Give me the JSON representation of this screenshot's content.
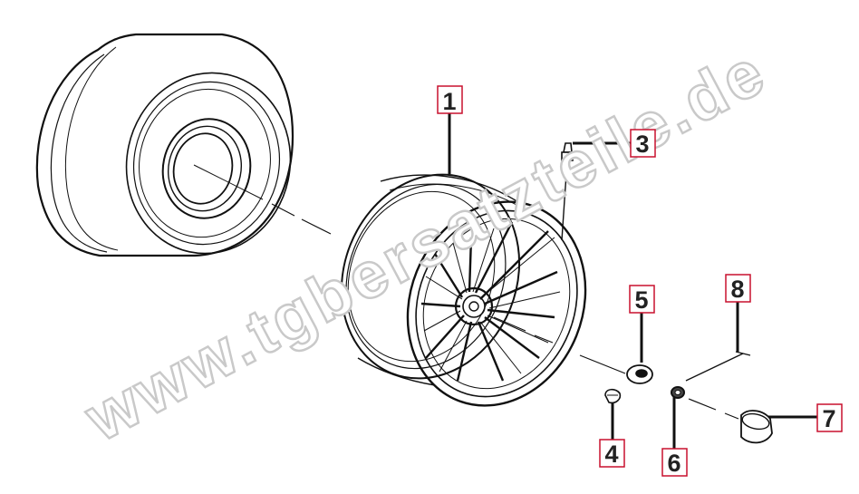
{
  "watermark": "www.tgbersatzteile.de",
  "callouts": [
    {
      "label": "1"
    },
    {
      "label": "3"
    },
    {
      "label": "5"
    },
    {
      "label": "8"
    },
    {
      "label": "7"
    },
    {
      "label": "4"
    },
    {
      "label": "6"
    }
  ],
  "colors": {
    "callout_border": "#c8102e",
    "line": "#111111",
    "watermark_stroke": "#c9c9c9"
  }
}
